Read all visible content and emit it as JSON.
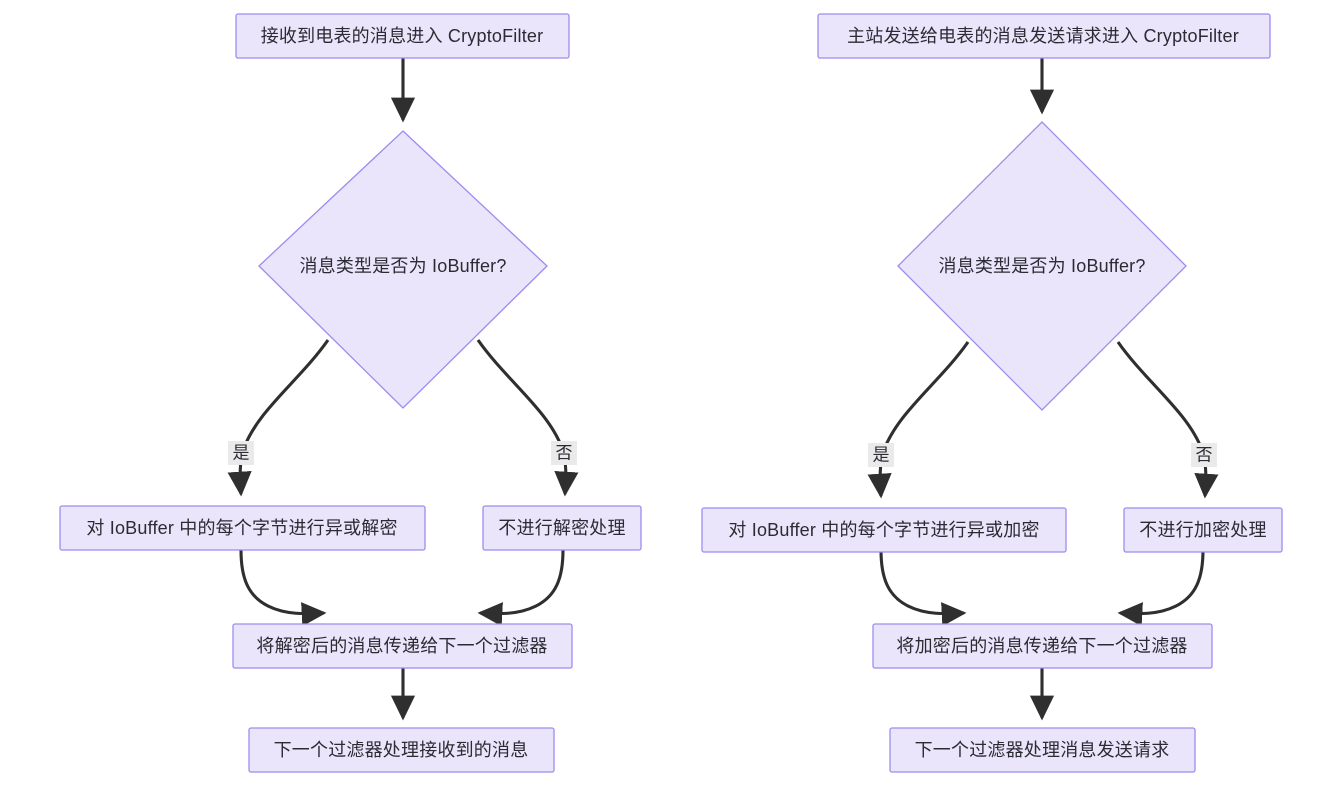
{
  "diagram": {
    "type": "flowchart",
    "direction": "top-down",
    "background_color": "#ffffff",
    "node_fill_color": "#ebe5fb",
    "node_border_color": "#9d8cf0",
    "edge_color": "#2f2f2f",
    "edge_label_background": "#eaeaea",
    "text_color": "#2b2b33",
    "lanes": [
      {
        "id": "receive-lane",
        "name": "receive-decrypt-flow",
        "nodes": [
          {
            "id": "r-start",
            "shape": "rect",
            "label": "接收到电表的消息进入 CryptoFilter"
          },
          {
            "id": "r-decision",
            "shape": "diamond",
            "label": "消息类型是否为 IoBuffer?"
          },
          {
            "id": "r-yes-action",
            "shape": "rect",
            "label": "对 IoBuffer 中的每个字节进行异或解密"
          },
          {
            "id": "r-no-action",
            "shape": "rect",
            "label": "不进行解密处理"
          },
          {
            "id": "r-pass",
            "shape": "rect",
            "label": "将解密后的消息传递给下一个过滤器"
          },
          {
            "id": "r-end",
            "shape": "rect",
            "label": "下一个过滤器处理接收到的消息"
          }
        ],
        "edges": [
          {
            "from": "r-start",
            "to": "r-decision",
            "label": ""
          },
          {
            "from": "r-decision",
            "to": "r-yes-action",
            "label": "是"
          },
          {
            "from": "r-decision",
            "to": "r-no-action",
            "label": "否"
          },
          {
            "from": "r-yes-action",
            "to": "r-pass",
            "label": ""
          },
          {
            "from": "r-no-action",
            "to": "r-pass",
            "label": ""
          },
          {
            "from": "r-pass",
            "to": "r-end",
            "label": ""
          }
        ]
      },
      {
        "id": "send-lane",
        "name": "send-encrypt-flow",
        "nodes": [
          {
            "id": "s-start",
            "shape": "rect",
            "label": "主站发送给电表的消息发送请求进入 CryptoFilter"
          },
          {
            "id": "s-decision",
            "shape": "diamond",
            "label": "消息类型是否为 IoBuffer?"
          },
          {
            "id": "s-yes-action",
            "shape": "rect",
            "label": "对 IoBuffer 中的每个字节进行异或加密"
          },
          {
            "id": "s-no-action",
            "shape": "rect",
            "label": "不进行加密处理"
          },
          {
            "id": "s-pass",
            "shape": "rect",
            "label": "将加密后的消息传递给下一个过滤器"
          },
          {
            "id": "s-end",
            "shape": "rect",
            "label": "下一个过滤器处理消息发送请求"
          }
        ],
        "edges": [
          {
            "from": "s-start",
            "to": "s-decision",
            "label": ""
          },
          {
            "from": "s-decision",
            "to": "s-yes-action",
            "label": "是"
          },
          {
            "from": "s-decision",
            "to": "s-no-action",
            "label": "否"
          },
          {
            "from": "s-yes-action",
            "to": "s-pass",
            "label": ""
          },
          {
            "from": "s-no-action",
            "to": "s-pass",
            "label": ""
          },
          {
            "from": "s-pass",
            "to": "s-end",
            "label": ""
          }
        ]
      }
    ]
  }
}
